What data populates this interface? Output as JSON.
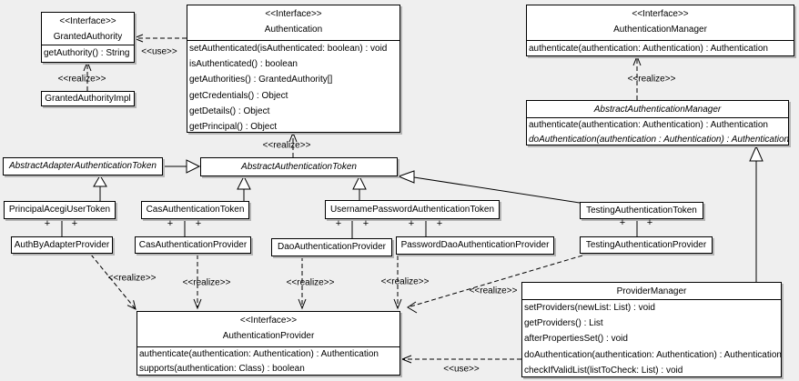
{
  "diagram_title": "Acegi / Spring Security authentication UML class diagram",
  "labels": {
    "use": "<<use>>",
    "realize": "<<realize>>",
    "plus": "+"
  },
  "classes": {
    "granted_authority": {
      "stereotype": "<<Interface>>",
      "name": "GrantedAuthority",
      "methods": [
        "getAuthority() : String"
      ]
    },
    "granted_authority_impl": {
      "name": "GrantedAuthorityImpl"
    },
    "authentication": {
      "stereotype": "<<Interface>>",
      "name": "Authentication",
      "methods": [
        "setAuthenticated(isAuthenticated: boolean) : void",
        "isAuthenticated() : boolean",
        "getAuthorities() : GrantedAuthority[]",
        "getCredentials() : Object",
        "getDetails() : Object",
        "getPrincipal() : Object"
      ]
    },
    "authentication_manager": {
      "stereotype": "<<Interface>>",
      "name": "AuthenticationManager",
      "methods": [
        "authenticate(authentication: Authentication) : Authentication"
      ]
    },
    "abstract_authentication_manager": {
      "name": "AbstractAuthenticationManager",
      "methods": [
        "authenticate(authentication: Authentication) : Authentication",
        "doAuthentication(authentication : Authentication) : Authentication"
      ]
    },
    "abstract_adapter_authentication_token": {
      "name": "AbstractAdapterAuthenticationToken"
    },
    "abstract_authentication_token": {
      "name": "AbstractAuthenticationToken"
    },
    "principal_acegi_user_token": {
      "name": "PrincipalAcegiUserToken"
    },
    "cas_authentication_token": {
      "name": "CasAuthenticationToken"
    },
    "username_password_authentication_token": {
      "name": "UsernamePasswordAuthenticationToken"
    },
    "testing_authentication_token": {
      "name": "TestingAuthenticationToken"
    },
    "auth_by_adapter_provider": {
      "name": "AuthByAdapterProvider"
    },
    "cas_authentication_provider": {
      "name": "CasAuthenticationProvider"
    },
    "dao_authentication_provider": {
      "name": "DaoAuthenticationProvider"
    },
    "password_dao_authentication_provider": {
      "name": "PasswordDaoAuthenticationProvider"
    },
    "testing_authentication_provider": {
      "name": "TestingAuthenticationProvider"
    },
    "authentication_provider": {
      "stereotype": "<<Interface>>",
      "name": "AuthenticationProvider",
      "methods": [
        "authenticate(authentication: Authentication) : Authentication",
        "supports(authentication: Class) : boolean"
      ]
    },
    "provider_manager": {
      "name": "ProviderManager",
      "methods": [
        "setProviders(newList: List) : void",
        "getProviders() : List",
        "afterPropertiesSet() : void",
        "doAuthentication(authentication: Authentication) : Authentication",
        "checkIfValidList(listToCheck: List) : void"
      ]
    }
  },
  "colors": {
    "background": "#efefef",
    "node_fill": "#ffffff",
    "line": "#000000",
    "shadow": "#b5b5b5"
  }
}
